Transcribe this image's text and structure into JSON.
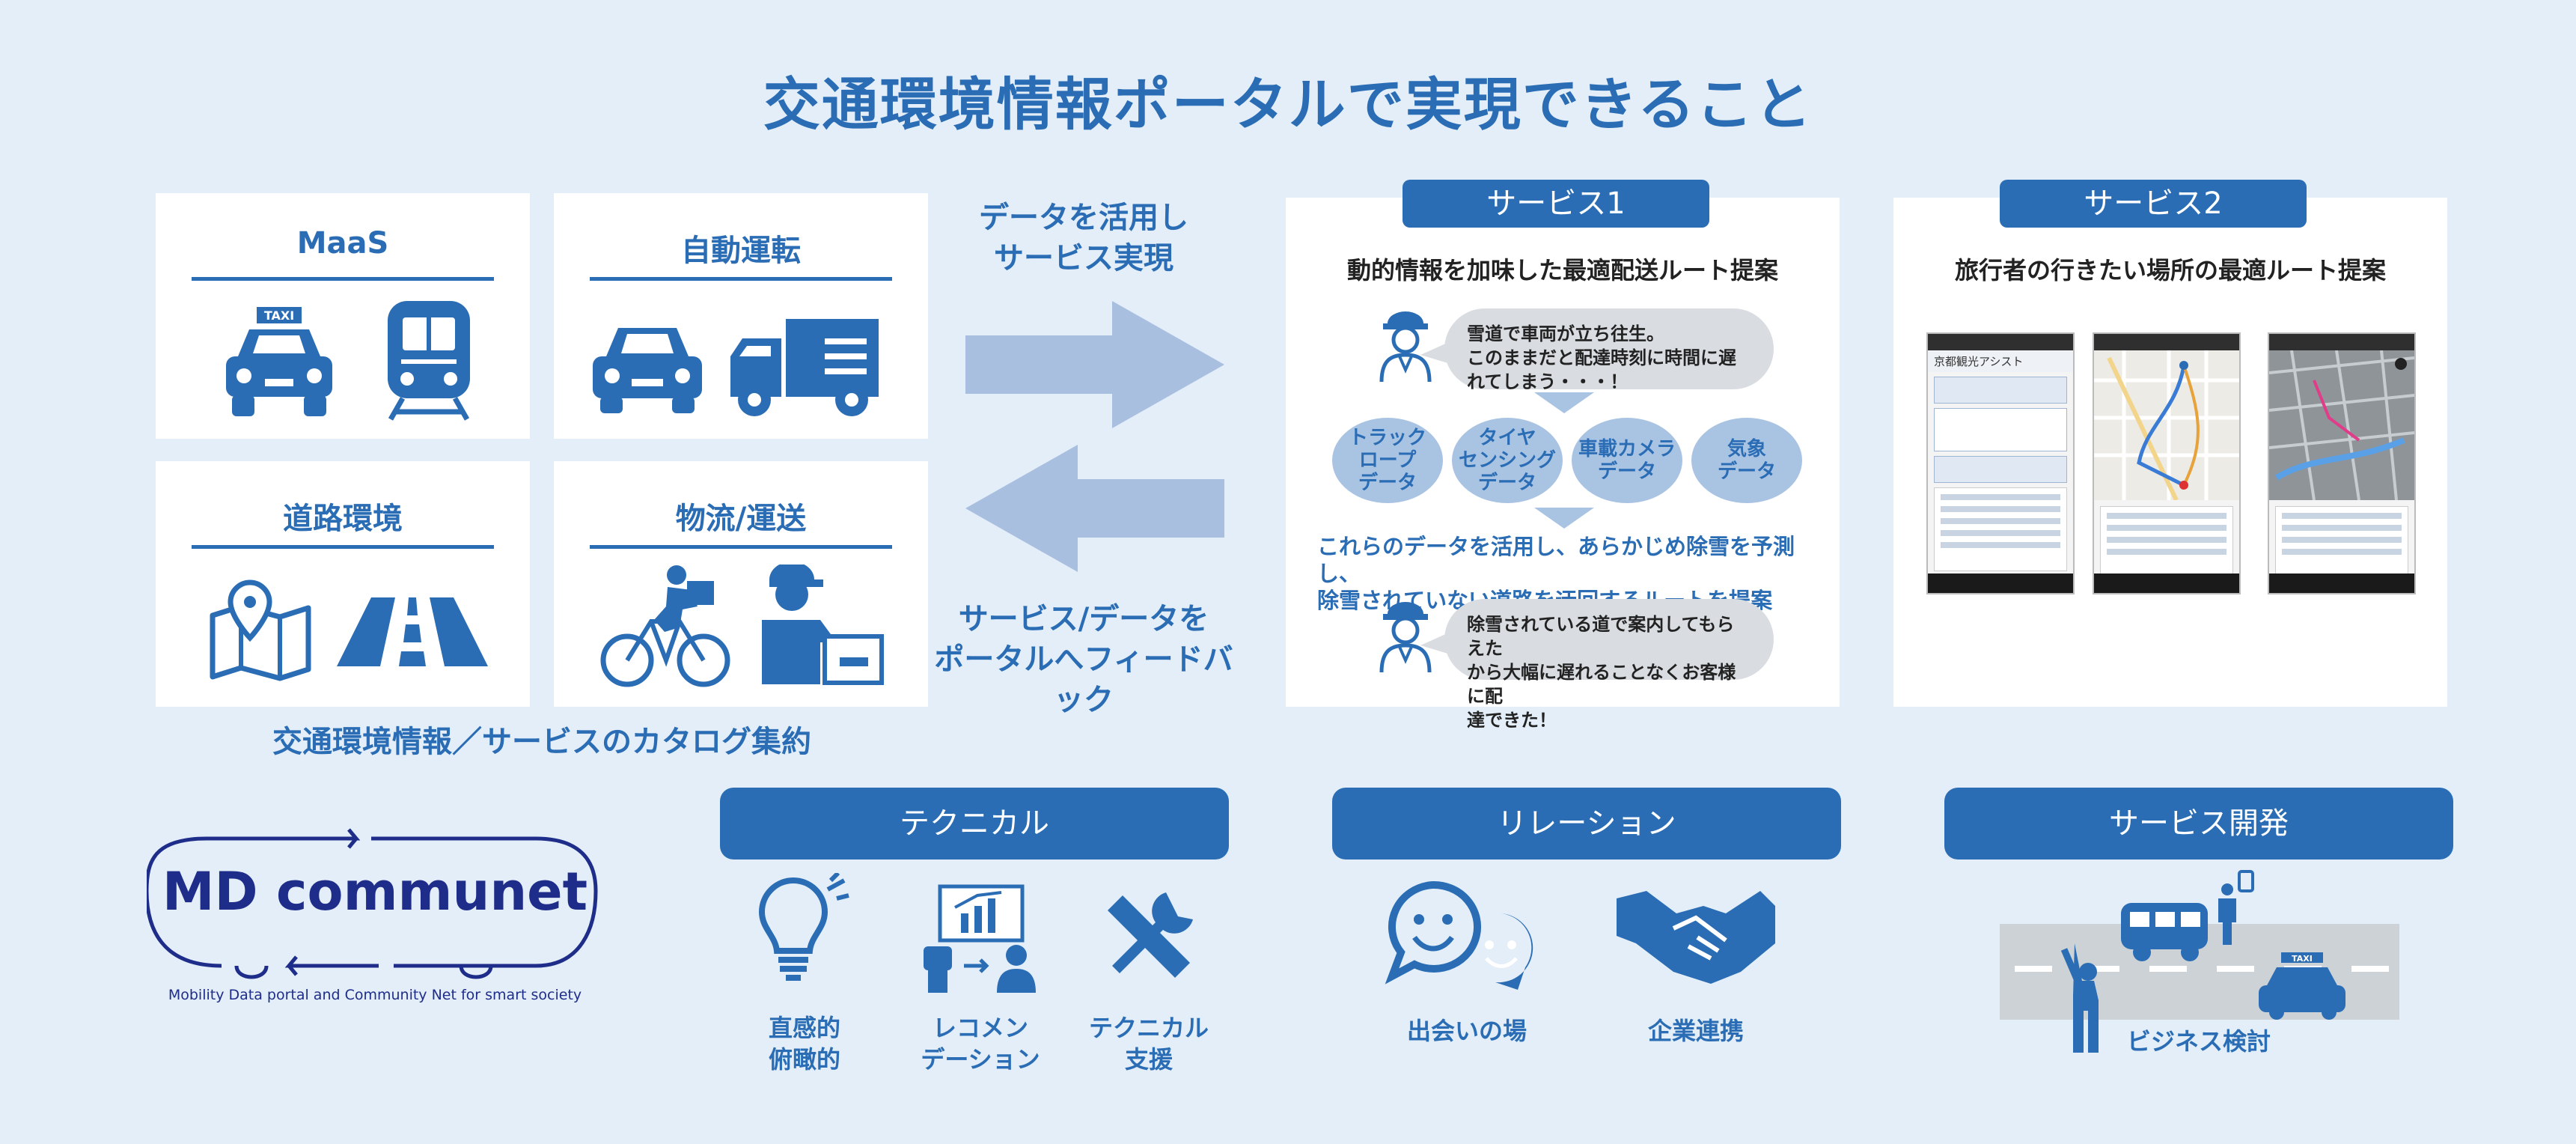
{
  "title": "交通環境情報ポータルで実現できること",
  "categories": [
    {
      "label": "MaaS",
      "icons": [
        "taxi-icon",
        "train-icon"
      ]
    },
    {
      "label": "自動運転",
      "icons": [
        "car-icon",
        "truck-icon"
      ]
    },
    {
      "label": "道路環境",
      "icons": [
        "map-pin-icon",
        "road-icon"
      ]
    },
    {
      "label": "物流/運送",
      "icons": [
        "bicycle-courier-icon",
        "delivery-person-icon"
      ]
    }
  ],
  "catalog_label": "交通環境情報／サービスのカタログ集約",
  "arrows": {
    "top_label_line1": "データを活用し",
    "top_label_line2": "サービス実現",
    "bottom_label_line1": "サービス/データを",
    "bottom_label_line2": "ポータルへフィードバック"
  },
  "service1": {
    "tab": "サービス1",
    "subtitle": "動的情報を加味した最適配送ルート提案",
    "bubble1_line1": "雪道で車両が立ち往生。",
    "bubble1_line2": "このままだと配達時刻に時間に遅",
    "bubble1_line3": "れてしまう・・・！",
    "data_items": [
      {
        "line1": "トラック",
        "line2": "ロープ",
        "line3": "データ"
      },
      {
        "line1": "タイヤ",
        "line2": "センシング",
        "line3": "データ"
      },
      {
        "line1": "車載カメラ",
        "line2": "データ",
        "line3": ""
      },
      {
        "line1": "気象",
        "line2": "データ",
        "line3": ""
      }
    ],
    "explain_line1": "これらのデータを活用し、あらかじめ除雪を予測し、",
    "explain_line2": "除雪されていない道路を迂回するルートを提案",
    "bubble2_line1": "除雪されている道で案内してもらえた",
    "bubble2_line2": "から大幅に遅れることなくお客様に配",
    "bubble2_line3": "達できた！"
  },
  "service2": {
    "tab": "サービス2",
    "subtitle": "旅行者の行きたい場所の最適ルート提案",
    "app_title": "京都観光アシスト"
  },
  "logo": {
    "name": "MD communet",
    "tagline": "Mobility Data portal and Community Net for smart society"
  },
  "groups": [
    {
      "label": "テクニカル",
      "features": [
        {
          "line1": "直感的",
          "line2": "俯瞰的",
          "icon": "lightbulb-icon"
        },
        {
          "line1": "レコメン",
          "line2": "デーション",
          "icon": "robot-recommendation-icon"
        },
        {
          "line1": "テクニカル",
          "line2": "支援",
          "icon": "tools-icon"
        }
      ]
    },
    {
      "label": "リレーション",
      "features": [
        {
          "line1": "出会いの場",
          "line2": "",
          "icon": "chat-faces-icon"
        },
        {
          "line1": "企業連携",
          "line2": "",
          "icon": "handshake-icon"
        }
      ]
    },
    {
      "label": "サービス開発",
      "features": [
        {
          "line1": "ビジネス検討",
          "line2": "",
          "icon": "street-scene-icon"
        }
      ]
    }
  ],
  "colors": {
    "accent": "#2a6db5",
    "background": "#e3eef8",
    "arrow": "#a9bfe0",
    "bubble": "#d9dde1"
  }
}
